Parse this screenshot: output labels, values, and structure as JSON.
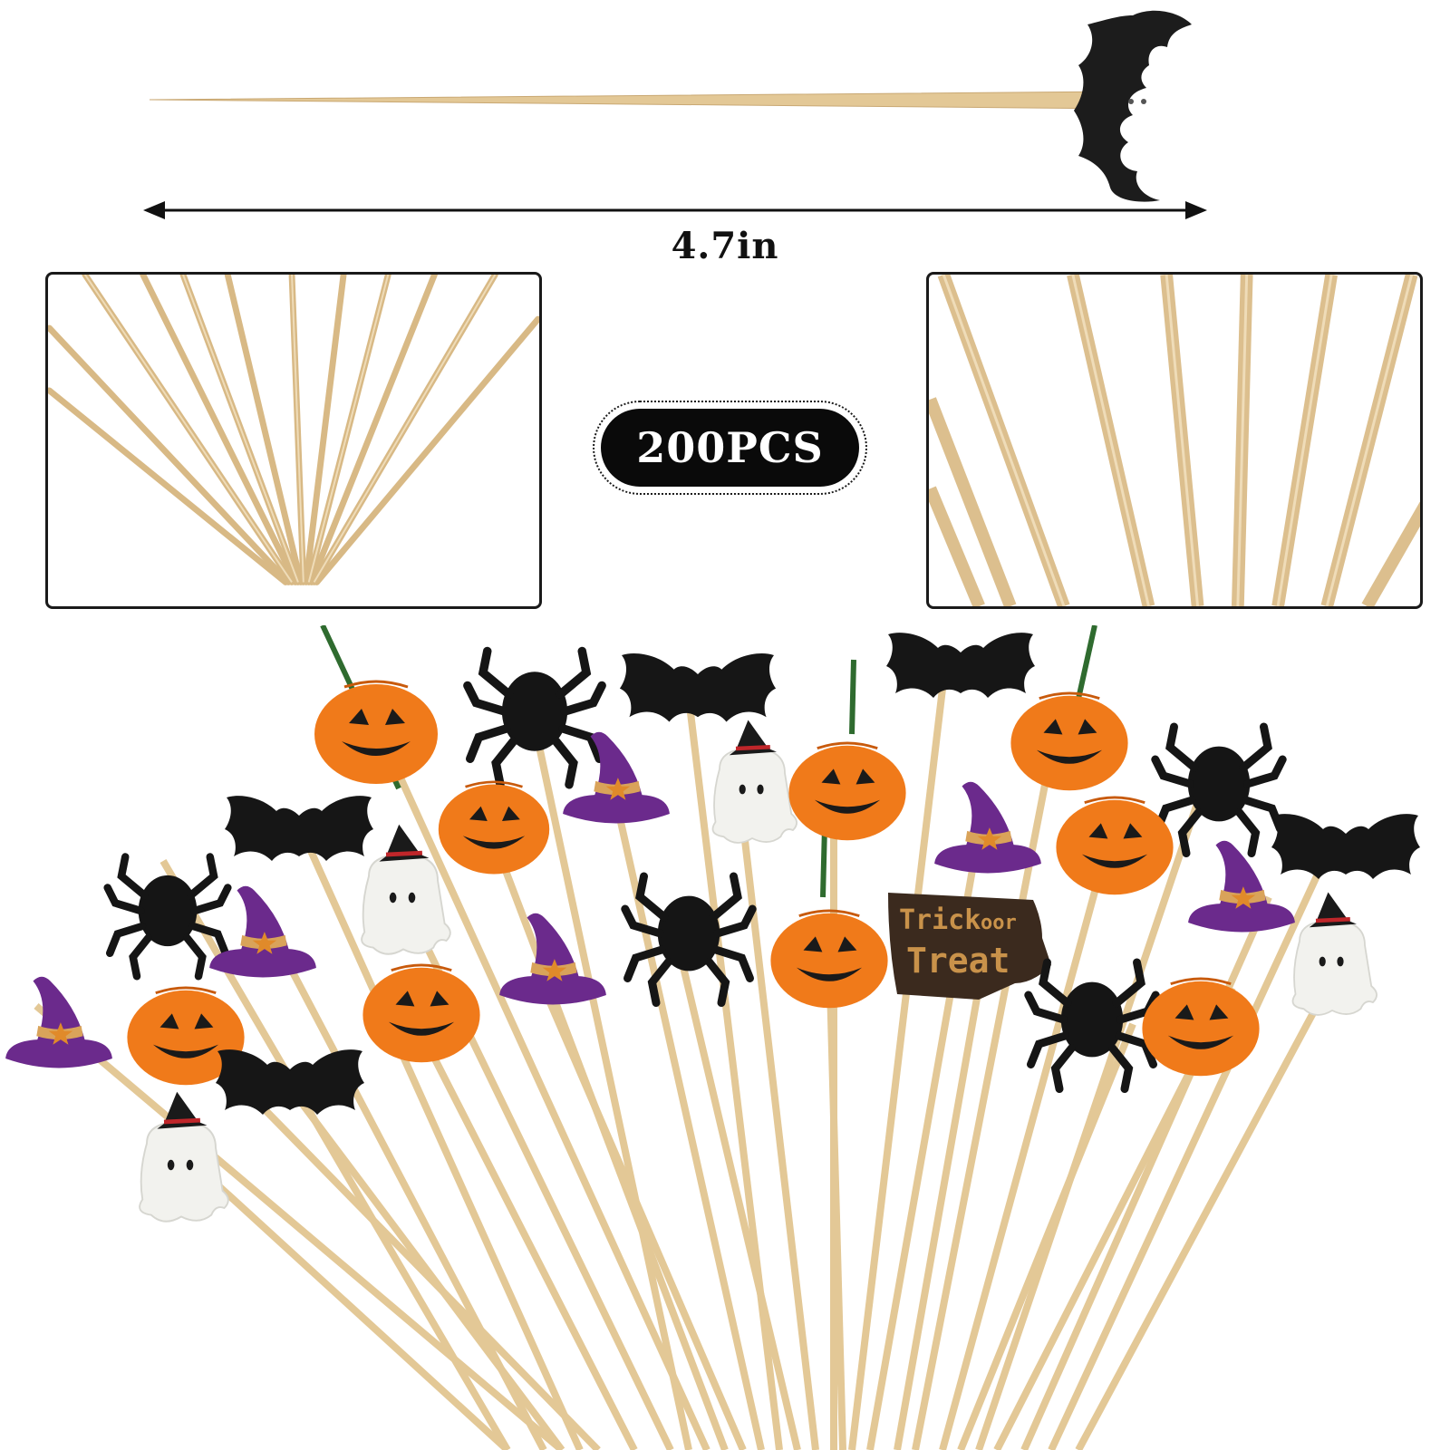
{
  "dimension": {
    "length_label": "4.7in"
  },
  "quantity": {
    "badge_label": "200PCS"
  },
  "bouquet": {
    "sign_line1": "Trick",
    "sign_line2": "oor",
    "sign_line3": "Treat"
  },
  "colors": {
    "bamboo": "#e6c99a",
    "pumpkin": "#f07a1a",
    "hat_purple": "#6b2a8c",
    "black_pick": "#1a1a1a",
    "ghost": "#f2f2ee",
    "stem_green": "#2f6b2f",
    "sign_brown": "#3b2a1e"
  },
  "icons": [
    "bat-icon",
    "spider-icon",
    "pumpkin-icon",
    "witch-hat-icon",
    "ghost-icon",
    "trick-or-treat-sign-icon"
  ]
}
